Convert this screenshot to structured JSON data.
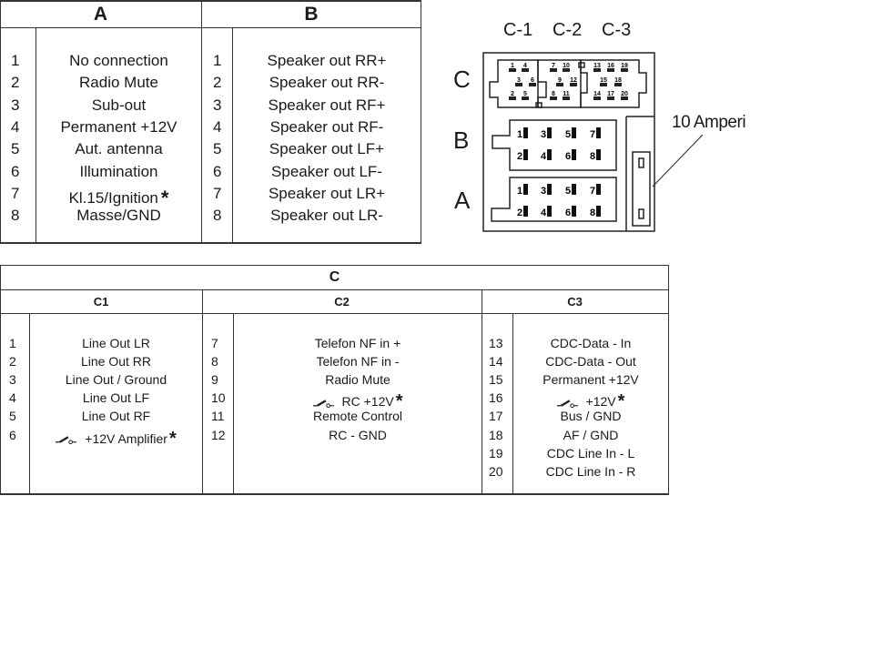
{
  "table_a": {
    "header": "A",
    "rows": [
      {
        "pin": "1",
        "label": "No connection"
      },
      {
        "pin": "2",
        "label": "Radio Mute"
      },
      {
        "pin": "3",
        "label": "Sub-out"
      },
      {
        "pin": "4",
        "label": "Permanent +12V"
      },
      {
        "pin": "5",
        "label": "Aut. antenna"
      },
      {
        "pin": "6",
        "label": "Illumination"
      },
      {
        "pin": "7",
        "label": "Kl.15/Ignition",
        "switched": true
      },
      {
        "pin": "8",
        "label": "Masse/GND"
      }
    ]
  },
  "table_b": {
    "header": "B",
    "rows": [
      {
        "pin": "1",
        "label": "Speaker out RR+"
      },
      {
        "pin": "2",
        "label": "Speaker out RR-"
      },
      {
        "pin": "3",
        "label": "Speaker out RF+"
      },
      {
        "pin": "4",
        "label": "Speaker out RF-"
      },
      {
        "pin": "5",
        "label": "Speaker out LF+"
      },
      {
        "pin": "6",
        "label": "Speaker out LF-"
      },
      {
        "pin": "7",
        "label": "Speaker out LR+"
      },
      {
        "pin": "8",
        "label": "Speaker out LR-"
      }
    ]
  },
  "table_c": {
    "header": "C",
    "groups": [
      {
        "header": "C1",
        "rows": [
          {
            "pin": "1",
            "label": "Line Out LR"
          },
          {
            "pin": "2",
            "label": "Line Out RR"
          },
          {
            "pin": "3",
            "label": "Line Out / Ground"
          },
          {
            "pin": "4",
            "label": "Line Out LF"
          },
          {
            "pin": "5",
            "label": "Line Out RF"
          },
          {
            "pin": "6",
            "label": "+12V Amplifier",
            "switched": true
          }
        ]
      },
      {
        "header": "C2",
        "rows": [
          {
            "pin": "7",
            "label": "Telefon NF in +"
          },
          {
            "pin": "8",
            "label": "Telefon NF in -"
          },
          {
            "pin": "9",
            "label": "Radio Mute"
          },
          {
            "pin": "10",
            "label": "RC +12V",
            "switched": true
          },
          {
            "pin": "11",
            "label": "Remote Control"
          },
          {
            "pin": "12",
            "label": "RC - GND"
          }
        ]
      },
      {
        "header": "C3",
        "rows": [
          {
            "pin": "13",
            "label": "CDC-Data - In"
          },
          {
            "pin": "14",
            "label": "CDC-Data - Out"
          },
          {
            "pin": "15",
            "label": "Permanent +12V"
          },
          {
            "pin": "16",
            "label": "+12V",
            "switched": true
          },
          {
            "pin": "17",
            "label": "Bus / GND"
          },
          {
            "pin": "18",
            "label": "AF / GND"
          },
          {
            "pin": "19",
            "label": "CDC Line In - L"
          },
          {
            "pin": "20",
            "label": "CDC Line In - R"
          }
        ]
      }
    ]
  },
  "connector": {
    "column_labels": [
      "C-1",
      "C-2",
      "C-3"
    ],
    "row_labels": {
      "c": "C",
      "b": "B",
      "a": "A"
    },
    "c_pins": [
      "1",
      "4",
      "7",
      "10",
      "13",
      "16",
      "19",
      "3",
      "6",
      "9",
      "12",
      "15",
      "18",
      "2",
      "5",
      "8",
      "11",
      "14",
      "17",
      "20"
    ],
    "ab_pins": [
      "1",
      "3",
      "5",
      "7",
      "2",
      "4",
      "6",
      "8"
    ],
    "fuse_label": "10 Amperi"
  },
  "footnote_marker": "*"
}
